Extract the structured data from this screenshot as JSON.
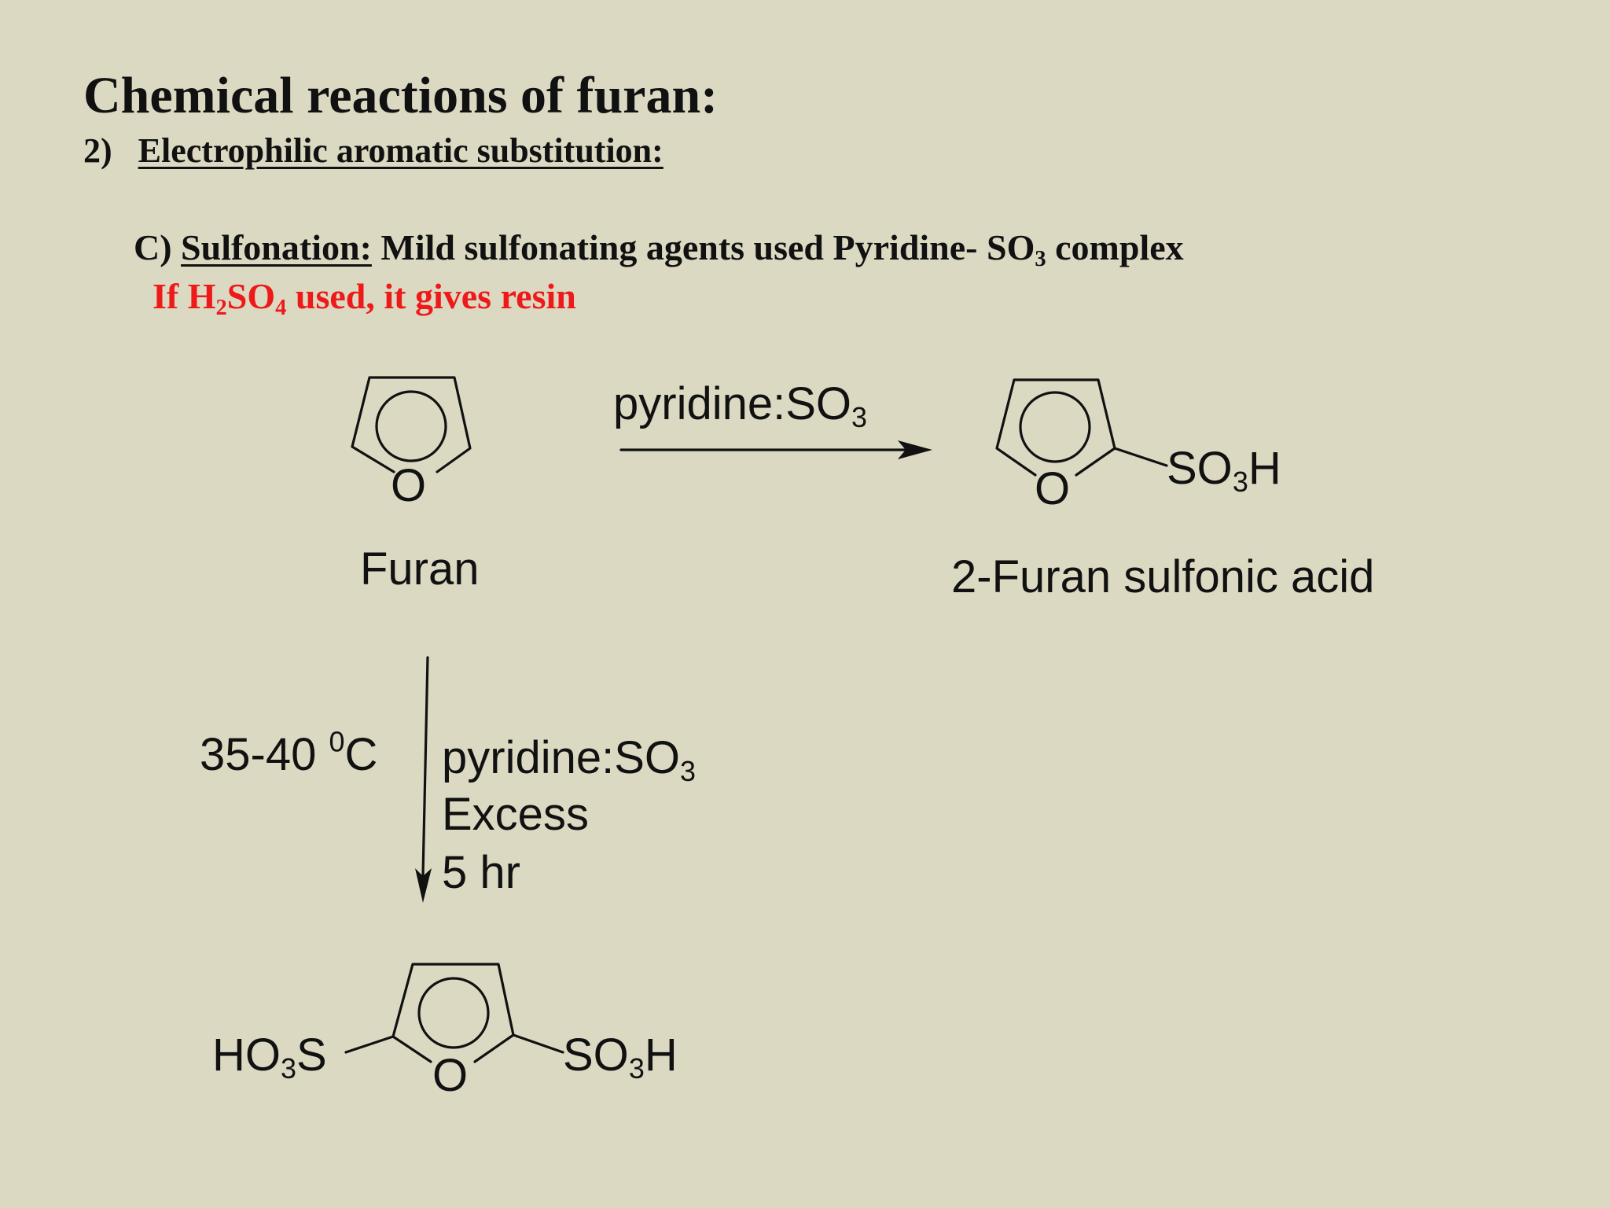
{
  "header": {
    "title": "Chemical reactions of furan:",
    "section_number": "2)",
    "section_title": "Electrophilic aromatic substitution:"
  },
  "sulfonation": {
    "prefix": "C)",
    "label": "Sulfonation:",
    "text_before": " Mild sulfonating agents used  Pyridine- SO",
    "sub_3": "3",
    "text_after": " complex",
    "warning_before": "If H",
    "warning_sub_2": "2",
    "warning_mid": "SO",
    "warning_sub_4": "4",
    "warning_after": " used, it gives resin"
  },
  "scheme": {
    "reactant_name": "Furan",
    "product_name": "2-Furan sulfonic acid",
    "ring_heteroatom": "O",
    "reagent_top": {
      "text": "pyridine:SO",
      "sub": "3"
    },
    "substituent": {
      "text": "SO",
      "sub": "3",
      "tail": "H"
    },
    "substituent_left": {
      "text": "HO",
      "sub": "3",
      "tail": "S"
    },
    "temperature": {
      "value": "35-40 ",
      "sup": "0",
      "unit": "C"
    },
    "reagent_down": {
      "line1": "pyridine:SO",
      "line1_sub": "3",
      "line2": "Excess",
      "line3": "5 hr"
    }
  },
  "colors": {
    "background": "#dcd9c3",
    "text": "#111111",
    "warning": "#ee1a1a"
  }
}
